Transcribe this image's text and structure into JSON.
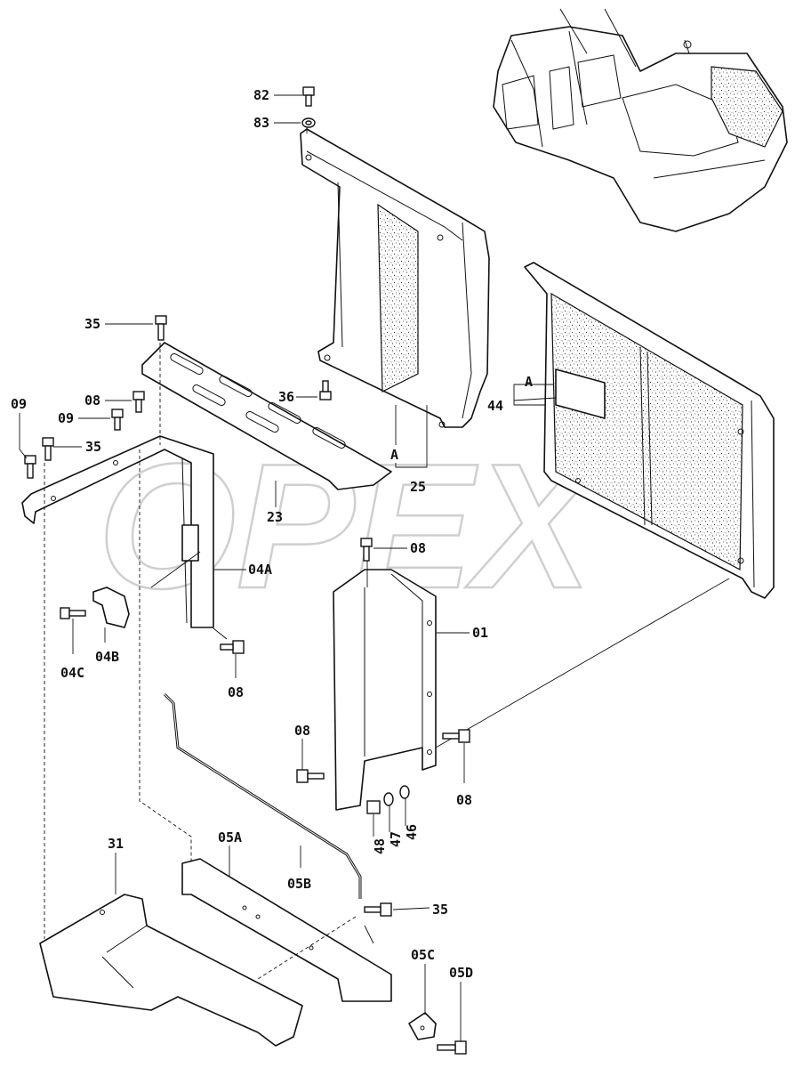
{
  "watermark": "OPEX",
  "section_marker": "A",
  "callouts": [
    {
      "id": "c82",
      "text": "82"
    },
    {
      "id": "c83",
      "text": "83"
    },
    {
      "id": "c35a",
      "text": "35"
    },
    {
      "id": "c09a",
      "text": "09"
    },
    {
      "id": "c08a",
      "text": "08"
    },
    {
      "id": "c09b",
      "text": "09"
    },
    {
      "id": "c35b",
      "text": "35"
    },
    {
      "id": "c36",
      "text": "36"
    },
    {
      "id": "c44",
      "text": "44"
    },
    {
      "id": "cA1",
      "text": "A"
    },
    {
      "id": "cA2",
      "text": "A"
    },
    {
      "id": "c25",
      "text": "25"
    },
    {
      "id": "c23",
      "text": "23"
    },
    {
      "id": "c04A",
      "text": "04A"
    },
    {
      "id": "c04C",
      "text": "04C"
    },
    {
      "id": "c04B",
      "text": "04B"
    },
    {
      "id": "c08b",
      "text": "08"
    },
    {
      "id": "c08c",
      "text": "08"
    },
    {
      "id": "c01",
      "text": "01"
    },
    {
      "id": "c08d",
      "text": "08"
    },
    {
      "id": "c08e",
      "text": "08"
    },
    {
      "id": "c48",
      "text": "48"
    },
    {
      "id": "c47",
      "text": "47"
    },
    {
      "id": "c46",
      "text": "46"
    },
    {
      "id": "c31",
      "text": "31"
    },
    {
      "id": "c05A",
      "text": "05A"
    },
    {
      "id": "c05B",
      "text": "05B"
    },
    {
      "id": "c35c",
      "text": "35"
    },
    {
      "id": "c05C",
      "text": "05C"
    },
    {
      "id": "c05D",
      "text": "05D"
    }
  ]
}
